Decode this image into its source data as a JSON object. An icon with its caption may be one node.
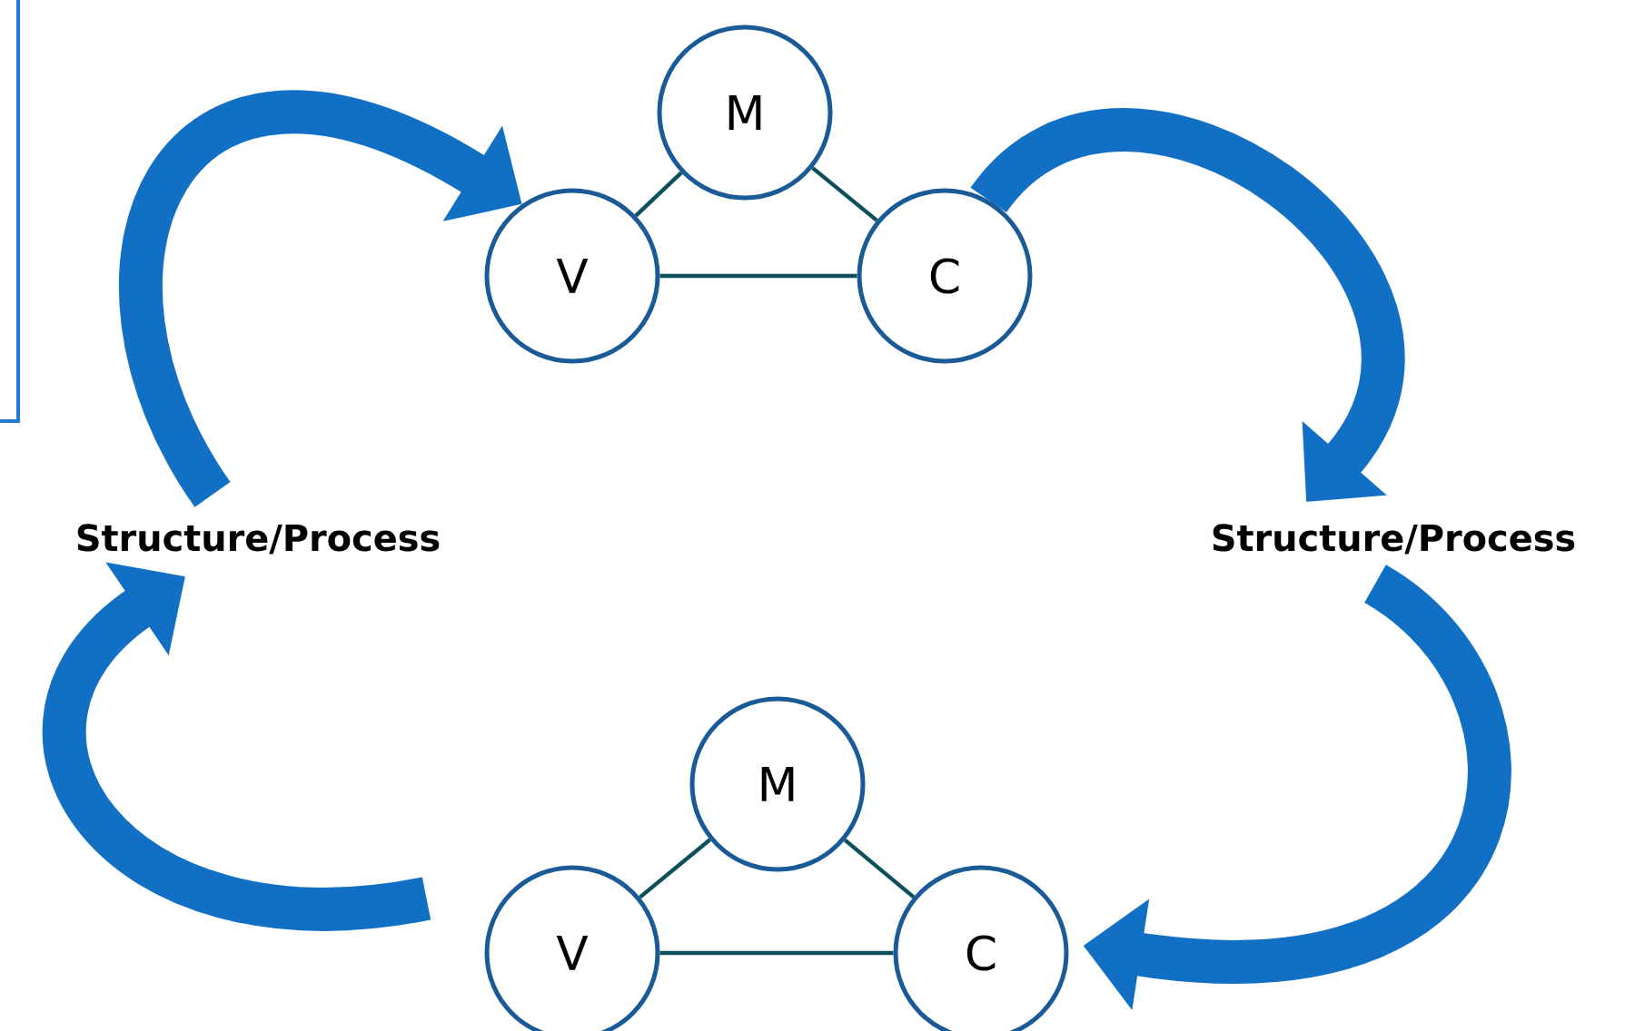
{
  "diagram": {
    "nodes": [
      {
        "text": [
          "M"
        ]
      },
      {
        "text": [
          "V"
        ]
      },
      {
        "text": [
          "C"
        ]
      },
      {
        "text": [
          "M"
        ]
      },
      {
        "text": [
          "V"
        ]
      },
      {
        "text": [
          "C"
        ]
      },
      {
        "text": [
          "Structure/Process"
        ]
      },
      {
        "text": [
          "Structure/Process"
        ]
      }
    ],
    "edges": [
      {
        "from": 0,
        "to": 1,
        "arrow": "none"
      },
      {
        "from": 0,
        "to": 2,
        "arrow": "none"
      },
      {
        "from": 1,
        "to": 2,
        "arrow": "none"
      },
      {
        "from": 3,
        "to": 4,
        "arrow": "none"
      },
      {
        "from": 3,
        "to": 5,
        "arrow": "none"
      },
      {
        "from": 4,
        "to": 5,
        "arrow": "none"
      },
      {
        "from": 6,
        "to": 1,
        "arrow": "to",
        "style": "thick",
        "color": "#1170c4"
      },
      {
        "from": 2,
        "to": 7,
        "arrow": "to",
        "style": "thick",
        "color": "#1170c4"
      },
      {
        "from": 7,
        "to": 5,
        "arrow": "to",
        "style": "thick",
        "color": "#1170c4"
      },
      {
        "from": 4,
        "to": 6,
        "arrow": "to",
        "style": "thick",
        "color": "#1170c4"
      }
    ]
  }
}
